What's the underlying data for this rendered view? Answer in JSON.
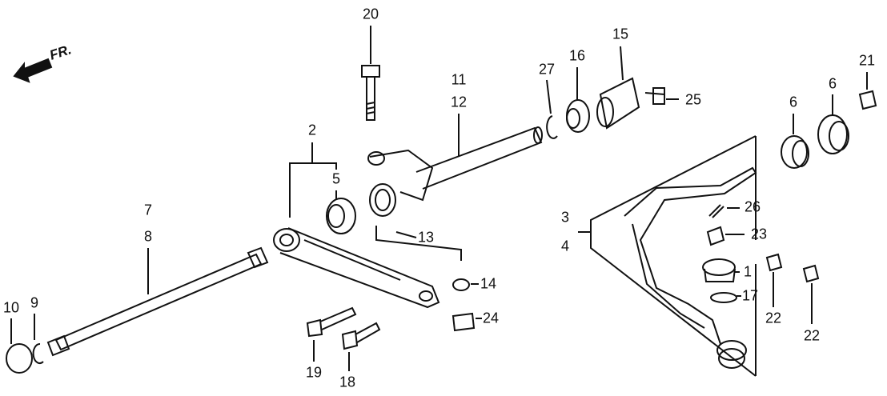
{
  "direction_label": "FR.",
  "callouts": [
    {
      "id": "c20",
      "text": "20"
    },
    {
      "id": "c11",
      "text": "11"
    },
    {
      "id": "c12",
      "text": "12"
    },
    {
      "id": "c27",
      "text": "27"
    },
    {
      "id": "c16",
      "text": "16"
    },
    {
      "id": "c15",
      "text": "15"
    },
    {
      "id": "c25",
      "text": "25"
    },
    {
      "id": "c21",
      "text": "21"
    },
    {
      "id": "c6a",
      "text": "6"
    },
    {
      "id": "c6b",
      "text": "6"
    },
    {
      "id": "c2",
      "text": "2"
    },
    {
      "id": "c5",
      "text": "5"
    },
    {
      "id": "c13",
      "text": "13"
    },
    {
      "id": "c3",
      "text": "3"
    },
    {
      "id": "c4",
      "text": "4"
    },
    {
      "id": "c26",
      "text": "26"
    },
    {
      "id": "c23",
      "text": "23"
    },
    {
      "id": "c1",
      "text": "1"
    },
    {
      "id": "c17",
      "text": "17"
    },
    {
      "id": "c22a",
      "text": "22"
    },
    {
      "id": "c22b",
      "text": "22"
    },
    {
      "id": "c7",
      "text": "7"
    },
    {
      "id": "c8",
      "text": "8"
    },
    {
      "id": "c14",
      "text": "14"
    },
    {
      "id": "c24",
      "text": "24"
    },
    {
      "id": "c10",
      "text": "10"
    },
    {
      "id": "c9",
      "text": "9"
    },
    {
      "id": "c19",
      "text": "19"
    },
    {
      "id": "c18",
      "text": "18"
    }
  ]
}
